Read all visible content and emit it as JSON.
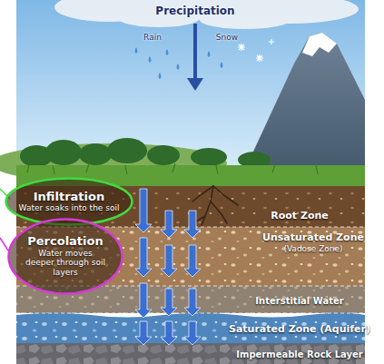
{
  "diagram": {
    "nodes": [
      {
        "text": [
          "Root Zone"
        ]
      },
      {
        "text": [
          "Infiltration",
          "Water soaks into the soil"
        ]
      },
      {
        "text": [
          "Unsaturated Zone",
          "(Vadose Zone)"
        ]
      },
      {
        "text": [
          "Percolation",
          "Water moves deeper through soil layers"
        ]
      },
      {
        "text": [
          "Interstitial Water"
        ]
      },
      {
        "text": [
          "Saturated Zone (Aquifer)"
        ]
      },
      {
        "text": [
          "Impermeable Rock Layer"
        ]
      }
    ],
    "labels": [
      "Precipitation",
      "Rain",
      "Snow"
    ]
  }
}
